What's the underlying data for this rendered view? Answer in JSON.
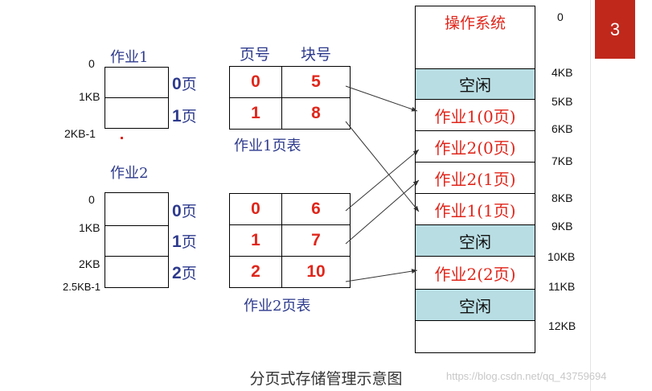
{
  "job1": {
    "title": "作业1",
    "offsets": [
      "0",
      "1KB",
      "2KB-1"
    ],
    "pages": [
      {
        "num": "0",
        "unit": "页"
      },
      {
        "num": "1",
        "unit": "页"
      }
    ]
  },
  "job2": {
    "title": "作业2",
    "offsets": [
      "0",
      "1KB",
      "2KB",
      "2.5KB-1"
    ],
    "pages": [
      {
        "num": "0",
        "unit": "页"
      },
      {
        "num": "1",
        "unit": "页"
      },
      {
        "num": "2",
        "unit": "页"
      }
    ]
  },
  "page_table_headers": {
    "page_no": "页号",
    "block_no": "块号"
  },
  "pt1": {
    "rows": [
      {
        "page": "0",
        "block": "5"
      },
      {
        "page": "1",
        "block": "8"
      }
    ],
    "caption": "作业1页表"
  },
  "pt2": {
    "rows": [
      {
        "page": "0",
        "block": "6"
      },
      {
        "page": "1",
        "block": "7"
      },
      {
        "page": "2",
        "block": "10"
      }
    ],
    "caption": "作业2页表"
  },
  "memory": {
    "segments": [
      {
        "label": "操作系统",
        "kind": "os"
      },
      {
        "label": "空闲",
        "kind": "free"
      },
      {
        "label": "作业1(0页)",
        "kind": "used"
      },
      {
        "label": "作业2(0页)",
        "kind": "used"
      },
      {
        "label": "作业2(1页)",
        "kind": "used"
      },
      {
        "label": "作业1(1页)",
        "kind": "used"
      },
      {
        "label": "空闲",
        "kind": "free"
      },
      {
        "label": "作业2(2页)",
        "kind": "used"
      },
      {
        "label": "空闲",
        "kind": "free"
      },
      {
        "label": "",
        "kind": "blank"
      }
    ],
    "addresses": [
      "0",
      "4KB",
      "5KB",
      "6KB",
      "7KB",
      "8KB",
      "9KB",
      "10KB",
      "11KB",
      "12KB"
    ]
  },
  "slide_number": "3",
  "caption": "分页式存储管理示意图",
  "watermark": "https://blog.csdn.net/qq_43759694",
  "colors": {
    "accent_red": "#e0261b",
    "label_blue": "#2d3a8c",
    "free_fill": "#b8dde3",
    "badge": "#c0281c"
  }
}
